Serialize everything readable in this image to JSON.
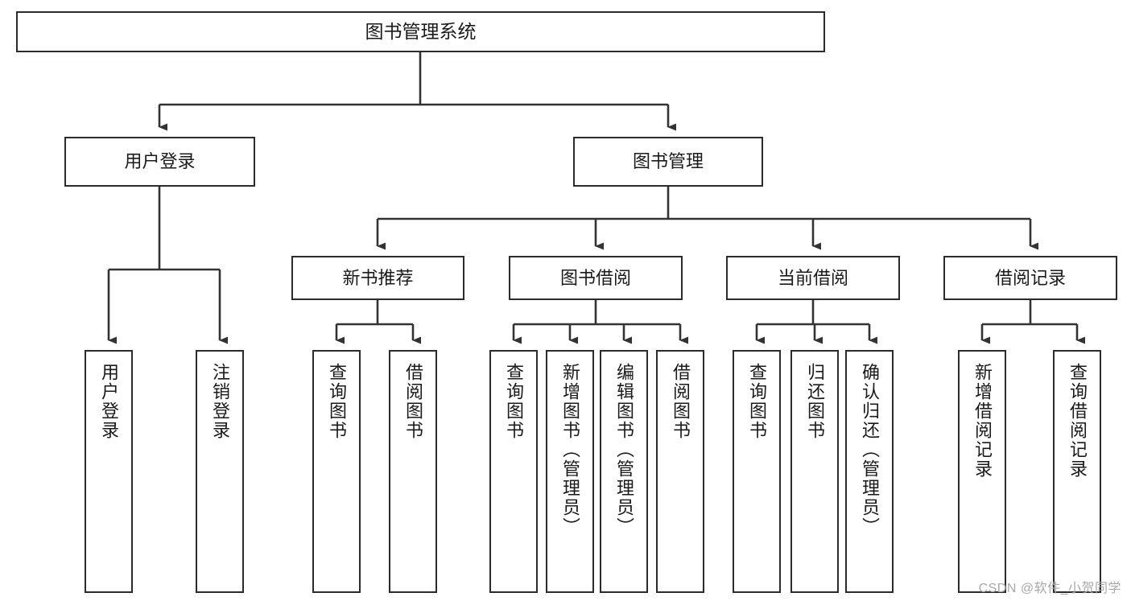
{
  "diagram": {
    "type": "tree-hierarchy",
    "title": "图书管理系统",
    "orientation": "top-down",
    "colors": {
      "box_border": "#2b2b2b",
      "box_fill": "#ffffff",
      "connector": "#333333",
      "text": "#1a1a1a",
      "watermark": "#a8a8a8",
      "background": "#ffffff"
    },
    "root": {
      "label": "图书管理系统"
    },
    "level2": [
      {
        "label": "用户登录"
      },
      {
        "label": "图书管理"
      }
    ],
    "level3": [
      {
        "label": "新书推荐"
      },
      {
        "label": "图书借阅"
      },
      {
        "label": "当前借阅"
      },
      {
        "label": "借阅记录"
      }
    ],
    "leaves": {
      "user_login": [
        {
          "label": "用户登录"
        },
        {
          "label": "注销登录"
        }
      ],
      "new_book_recommend": [
        {
          "label": "查询图书"
        },
        {
          "label": "借阅图书"
        }
      ],
      "book_borrow": [
        {
          "label": "查询图书"
        },
        {
          "label": "新增图书（管理员）"
        },
        {
          "label": "编辑图书（管理员）"
        },
        {
          "label": "借阅图书"
        }
      ],
      "current_borrow": [
        {
          "label": "查询图书"
        },
        {
          "label": "归还图书"
        },
        {
          "label": "确认归还（管理员）"
        }
      ],
      "borrow_record": [
        {
          "label": "新增借阅记录"
        },
        {
          "label": "查询借阅记录"
        }
      ]
    }
  },
  "watermark": {
    "text": "CSDN @软件_小贺同学"
  }
}
